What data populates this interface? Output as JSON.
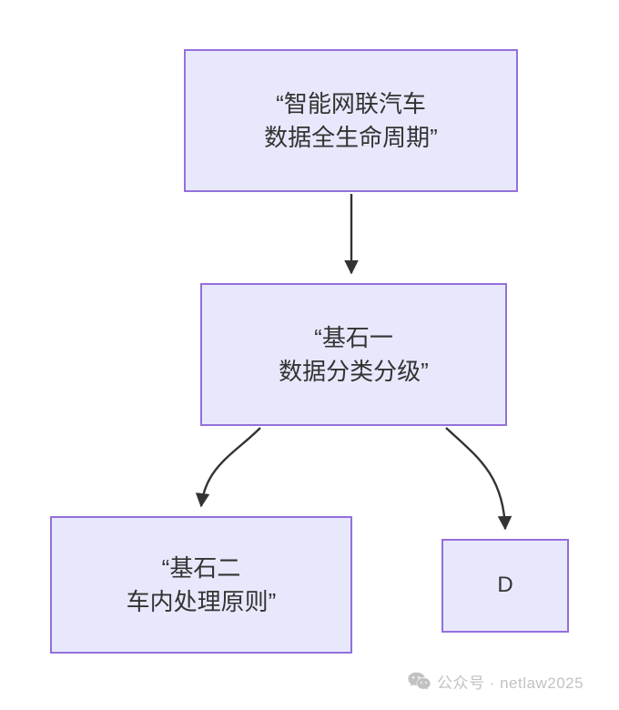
{
  "diagram": {
    "type": "flowchart",
    "direction": "top-down",
    "background_color": "#ffffff",
    "node_fill_color": "#e8e8fc",
    "node_border_color": "#9370db",
    "node_text_color": "#333333",
    "edge_color": "#333333",
    "nodes": [
      {
        "id": "A",
        "lines": [
          "“智能网联汽车",
          "数据全生命周期”"
        ]
      },
      {
        "id": "B",
        "lines": [
          "“基石一",
          "数据分类分级”"
        ]
      },
      {
        "id": "C",
        "lines": [
          "“基石二",
          "车内处理原则”"
        ]
      },
      {
        "id": "D",
        "lines": [
          "D"
        ]
      }
    ],
    "edges": [
      {
        "from": "A",
        "to": "B",
        "style": "straight",
        "arrowhead": "filled-triangle"
      },
      {
        "from": "B",
        "to": "C",
        "style": "curved",
        "arrowhead": "filled-triangle"
      },
      {
        "from": "B",
        "to": "D",
        "style": "curved",
        "arrowhead": "filled-triangle"
      }
    ]
  },
  "watermark": {
    "icon": "wechat-icon",
    "text": "公众号 · netlaw2025",
    "color": "#c2c2c2"
  }
}
